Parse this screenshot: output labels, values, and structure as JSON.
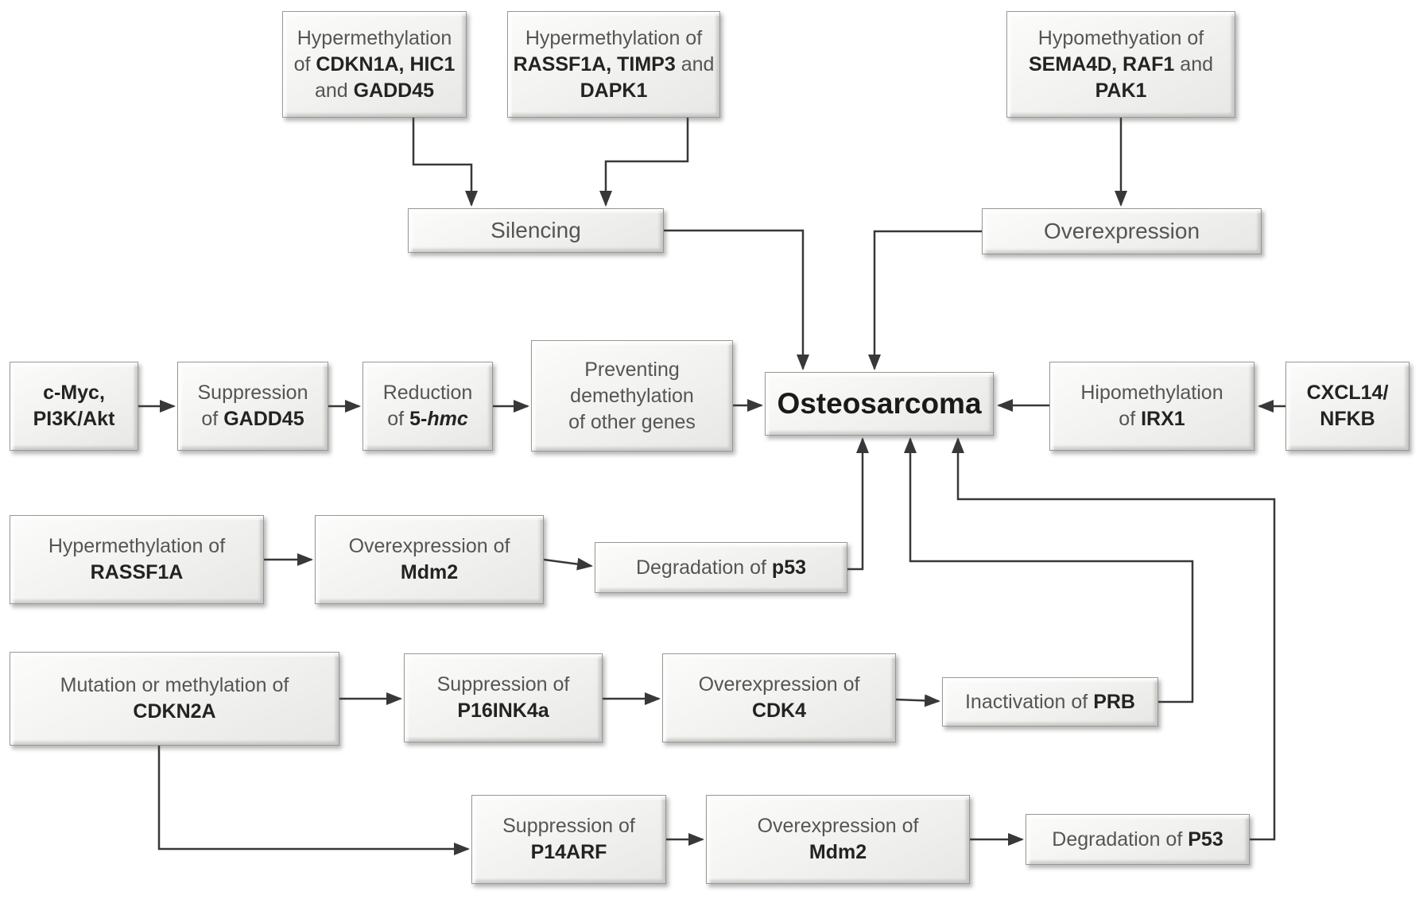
{
  "diagram": {
    "title": "Osteosarcoma epigenetic pathway diagram",
    "colors": {
      "box_fill": "#f1f1ef",
      "box_border": "#979795",
      "line": "#383838",
      "text": "#555553",
      "bold_text": "#232323"
    },
    "nodes": {
      "hyper_cdkn1a": {
        "line1": "Hypermethylation",
        "line2_pre": "of ",
        "line2_bold": "CDKN1A, HIC1",
        "line3_pre": "and ",
        "line3_bold": "GADD45"
      },
      "hyper_rassf1a_timp3": {
        "line1": "Hypermethylation of",
        "line2_bold": "RASSF1A, TIMP3",
        "line2_post": " and",
        "line3_bold": "DAPK1"
      },
      "hypo_sema4d": {
        "line1": "Hypomethyation of",
        "line2_bold": "SEMA4D, RAF1",
        "line2_post": " and",
        "line3_bold": "PAK1"
      },
      "silencing": {
        "label": "Silencing"
      },
      "overexpression": {
        "label": "Overexpression"
      },
      "cmyc_pi3k": {
        "line1_bold": "c-Myc,",
        "line2_bold": "PI3K/Akt"
      },
      "supp_gadd45": {
        "line1": "Suppression",
        "line2_pre": "of ",
        "line2_bold": "GADD45"
      },
      "red_5hmc": {
        "line1": "Reduction",
        "line2_pre": "of ",
        "line2_bold": "5-",
        "line2_bolditalic": "hmc"
      },
      "preventing_demethylation": {
        "line1": "Preventing",
        "line2": "demethylation",
        "line3": "of other genes"
      },
      "osteosarcoma": {
        "label": "Osteosarcoma"
      },
      "hipo_irx1": {
        "line1": "Hipomethylation",
        "line2_pre": "of ",
        "line2_bold": "IRX1"
      },
      "cxcl14_nfkb": {
        "line1_bold": "CXCL14/",
        "line2_bold": "NFKB"
      },
      "hyper_rassf1a": {
        "line1": "Hypermethylation of",
        "line2_bold": "RASSF1A"
      },
      "over_mdm2": {
        "line1": "Overexpression of",
        "line2_bold": "Mdm2"
      },
      "degr_p53": {
        "pre": "Degradation of ",
        "bold": "p53"
      },
      "mut_cdkn2a": {
        "line1": "Mutation or methylation of",
        "line2_bold": "CDKN2A"
      },
      "supp_p16": {
        "line1": "Suppression of",
        "line2_bold": "P16INK4a"
      },
      "over_cdk4": {
        "line1": "Overexpression of",
        "line2_bold": "CDK4"
      },
      "inact_prb": {
        "pre": "Inactivation of ",
        "bold": "PRB"
      },
      "supp_p14": {
        "line1": "Suppression of",
        "line2_bold": "P14ARF"
      },
      "over_mdm2_2": {
        "line1": "Overexpression of",
        "line2_bold": "Mdm2"
      },
      "degr_p53_2": {
        "pre": "Degradation of ",
        "bold": "P53"
      }
    }
  }
}
